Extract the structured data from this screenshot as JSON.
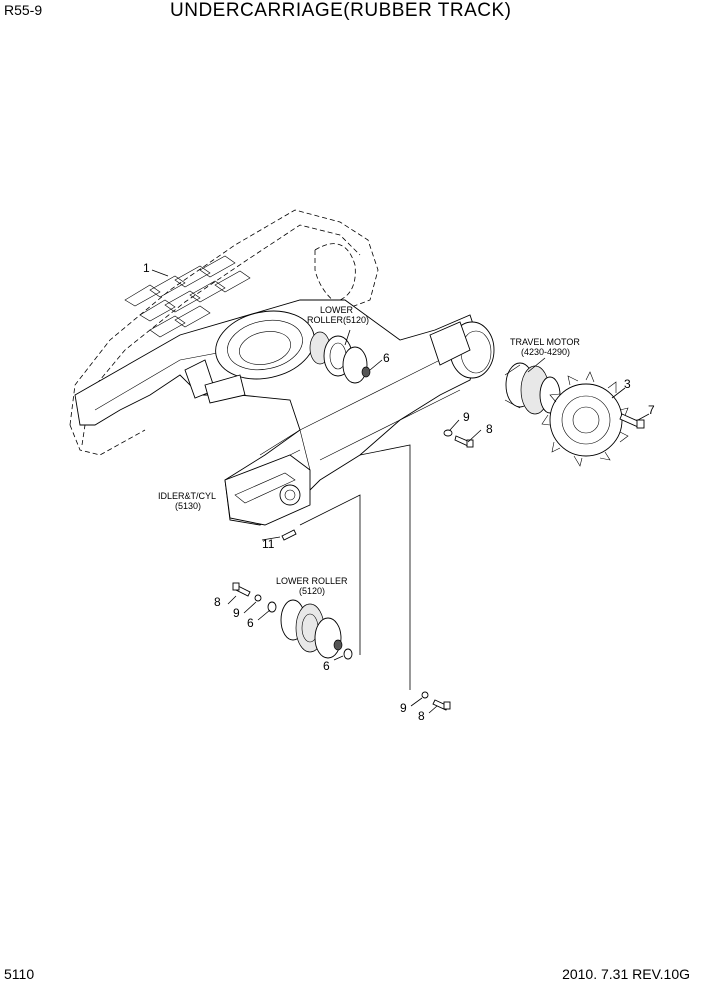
{
  "header": {
    "model": "R55-9",
    "title": "UNDERCARRIAGE(RUBBER TRACK)"
  },
  "footer": {
    "page_number": "5110",
    "revision": "2010. 7.31  REV.10G"
  },
  "annotations": {
    "lower_roller_top_line1": "LOWER",
    "lower_roller_top_line2": "ROLLER(5120)",
    "travel_motor_line1": "TRAVEL MOTOR",
    "travel_motor_line2": "(4230-4290)",
    "idler_line1": "IDLER&T/CYL",
    "idler_line2": "(5130)",
    "lower_roller_bottom_line1": "LOWER ROLLER",
    "lower_roller_bottom_line2": "(5120)"
  },
  "callouts": {
    "c1": "1",
    "c3": "3",
    "c6_top": "6",
    "c7": "7",
    "c8_right": "8",
    "c9_right": "9",
    "c11": "11",
    "c8_left": "8",
    "c9_left": "9",
    "c6_left": "6",
    "c6_bottom": "6",
    "c9_bottom": "9",
    "c8_bottom": "8"
  }
}
